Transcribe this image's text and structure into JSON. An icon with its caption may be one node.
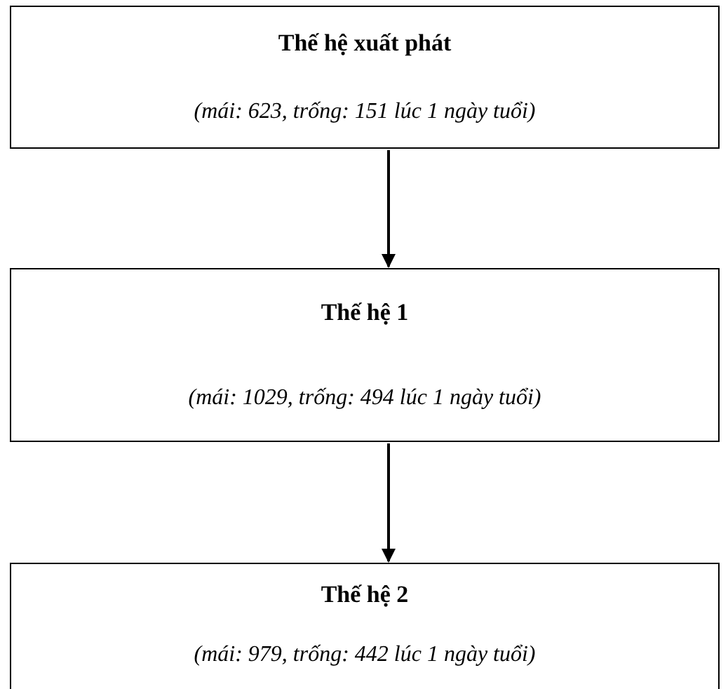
{
  "diagram": {
    "nodes": [
      {
        "text": [
          "Thế hệ xuất phát",
          "(mái: 623, trống: 151 lúc 1 ngày tuổi)"
        ]
      },
      {
        "text": [
          "Thế hệ 1",
          "(mái: 1029, trống: 494 lúc 1 ngày tuổi)"
        ]
      },
      {
        "text": [
          "Thế hệ 2",
          "(mái: 979, trống: 442 lúc 1 ngày tuổi)"
        ]
      }
    ],
    "edges": [
      {
        "from": 0,
        "to": 1,
        "arrow": "to"
      },
      {
        "from": 1,
        "to": 2,
        "arrow": "to"
      }
    ]
  }
}
